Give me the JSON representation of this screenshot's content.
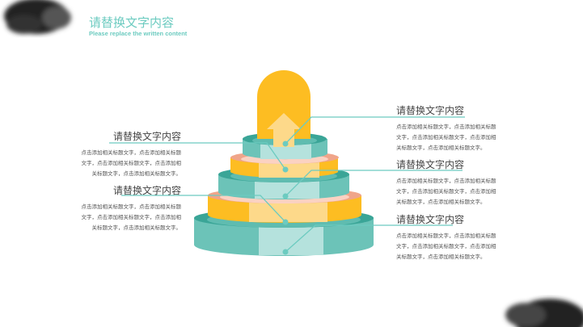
{
  "header": {
    "title": "请替换文字内容",
    "subtitle": "Please replace the written content"
  },
  "left_items": [
    {
      "heading": "请替换文字内容",
      "text": "点击添加相关标题文字，点击添加相关标题文字，点击添加相关标题文字，点击添加相关标题文字，点击添加相关标题文字。"
    },
    {
      "heading": "请替换文字内容",
      "text": "点击添加相关标题文字，点击添加相关标题文字，点击添加相关标题文字，点击添加相关标题文字，点击添加相关标题文字。"
    }
  ],
  "right_items": [
    {
      "heading": "请替换文字内容",
      "text": "点击添加相关标题文字，点击添加相关标题文字，点击添加相关标题文字，点击添加相关标题文字，点击添加相关标题文字。"
    },
    {
      "heading": "请替换文字内容",
      "text": "点击添加相关标题文字，点击添加相关标题文字，点击添加相关标题文字，点击添加相关标题文字，点击添加相关标题文字。"
    },
    {
      "heading": "请替换文字内容",
      "text": "点击添加相关标题文字，点击添加相关标题文字，点击添加相关标题文字，点击添加相关标题文字，点击添加相关标题文字。"
    }
  ],
  "colors": {
    "teal": "#6cc3b8",
    "teal_dark": "#3aa597",
    "yellow": "#fdbd22",
    "salmon": "#f0a58a",
    "accent": "#6ccbc0"
  }
}
